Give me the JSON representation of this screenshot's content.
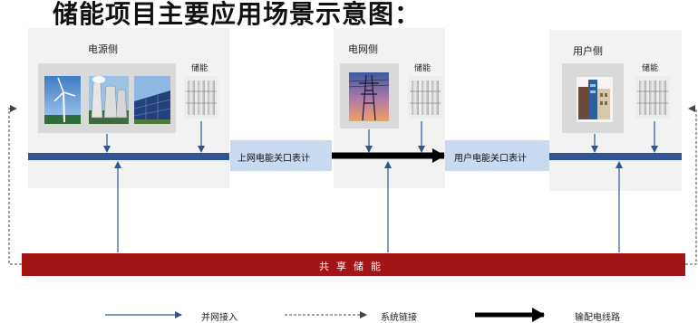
{
  "title": "储能项目主要应用场景示意图：",
  "sections": {
    "power_source": {
      "label": "电源侧",
      "storage_label": "储能"
    },
    "grid": {
      "label": "电网侧",
      "storage_label": "储能"
    },
    "user": {
      "label": "用户侧",
      "storage_label": "储能"
    }
  },
  "meters": {
    "upper_grid": "上网电能关口表计",
    "user_meter": "用户电能关口表计"
  },
  "shared_storage": "共享储能",
  "legend": {
    "grid_connection": "并网接入",
    "system_link": "系统链接",
    "transmission_line": "输配电线路"
  },
  "colors": {
    "blue_line": "#2f5597",
    "shared_bar": "#a31515",
    "meter_box": "#c9daf0",
    "panel_bg": "#f2f2f2"
  },
  "icons": [
    "wind-turbine-icon",
    "cooling-tower-icon",
    "solar-panel-icon",
    "battery-rack-icon",
    "transmission-tower-icon",
    "building-icon"
  ]
}
